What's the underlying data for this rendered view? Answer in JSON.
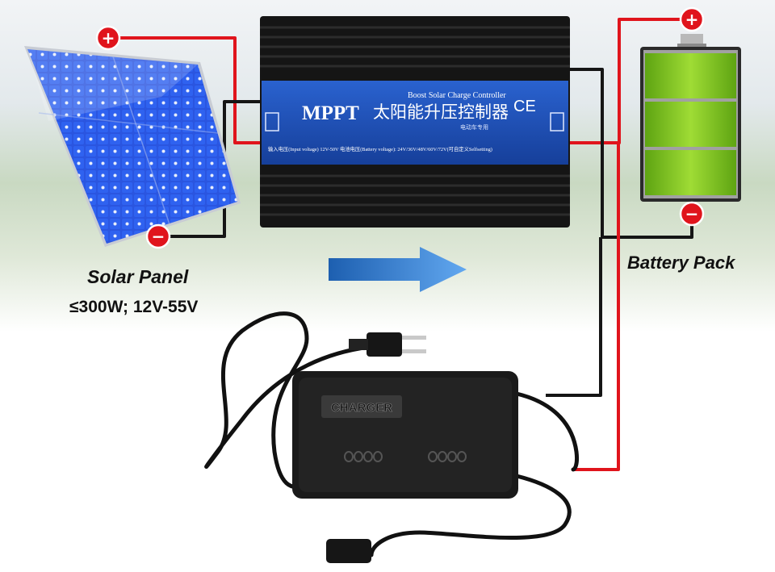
{
  "labels": {
    "solar_panel": "Solar Panel",
    "solar_spec": "≤300W; 12V-55V",
    "battery_pack": "Battery Pack"
  },
  "controller": {
    "brand": "MPPT",
    "subtitle": "Boost Solar Charge Controller",
    "chinese_title": "太阳能升压控制器",
    "chinese_sub": "电动车专用",
    "ce_mark": "CE",
    "spec_line": "输入电压(Input voltage) 12V-50V    电池电压(Battery voltage): 24V/36V/48V/60V/72V(可自定义Selfsetting)"
  },
  "charger": {
    "label": "CHARGER"
  },
  "terminals": {
    "positive": "+",
    "negative": "−"
  },
  "colors": {
    "positive_wire": "#e0141c",
    "negative_wire": "#151515",
    "panel_blue": "#1f4fd8",
    "controller_label_blue": "#1b4fb8",
    "battery_green": "#7cc21f",
    "arrow_blue": "#2f7fd0"
  },
  "icons": [
    "positive-terminal-icon",
    "negative-terminal-icon",
    "flow-arrow-icon"
  ]
}
